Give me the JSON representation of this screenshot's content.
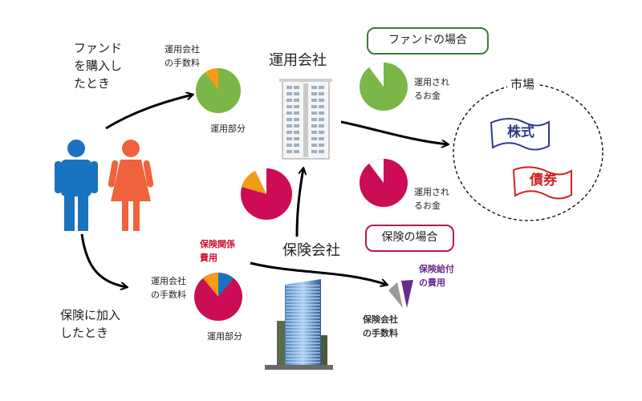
{
  "purchase_fund": "ファンド\nを購入し\nたとき",
  "join_insurance": "保険に加入\nしたとき",
  "fund_company_title": "運用会社",
  "insurance_company_title": "保険会社",
  "fund_case_label": "ファンドの場合",
  "insurance_case_label": "保険の場合",
  "market_title": "市場",
  "market_items": {
    "stocks": "株式",
    "bonds": "債券"
  },
  "fund_pie": {
    "fee_label": "運用会社\nの手数料",
    "main_label": "運用部分",
    "fee_fraction": 0.1
  },
  "insurance_pie": {
    "fee_label": "運用会社\nの手数料",
    "main_label": "運用部分",
    "related_fees_label": "保険関係\n費用"
  },
  "invested_money_label_1": "運用され\nるお金",
  "invested_money_label_2": "運用され\nるお金",
  "insurance_benefit_label": "保険給付\nの費用",
  "insurance_fee_label": "保険会社\nの手数料",
  "colors": {
    "green": "#7ab648",
    "crimson": "#cc0c55",
    "orange": "#f39c17",
    "blue": "#1a73c0",
    "man": "#1a73c0",
    "woman": "#f0623c",
    "fund_box": "#3a7a3a",
    "insurance_box": "#b5195a",
    "purple": "#6a2c8c",
    "grey": "#9a9a9a",
    "red_text": "#c8102e"
  },
  "icons": [
    "man-icon",
    "woman-icon",
    "office-building-icon",
    "glass-tower-icon"
  ]
}
